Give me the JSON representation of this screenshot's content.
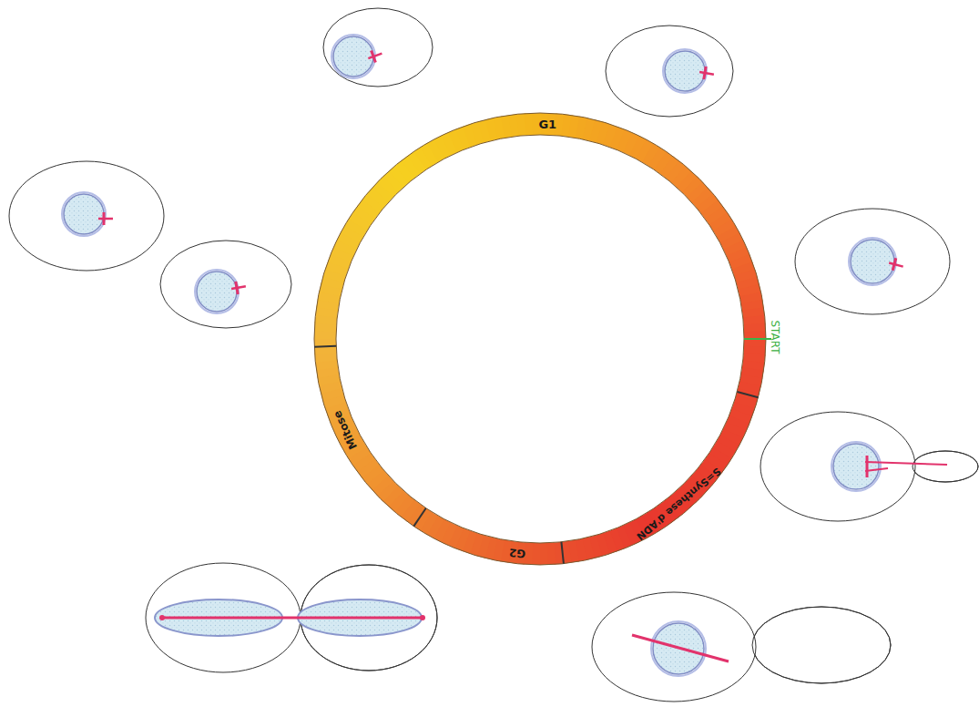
{
  "diagram": {
    "labels": [
      "G1",
      "START",
      "S=Synthese d'ADN",
      "G2",
      "Mitose"
    ]
  }
}
